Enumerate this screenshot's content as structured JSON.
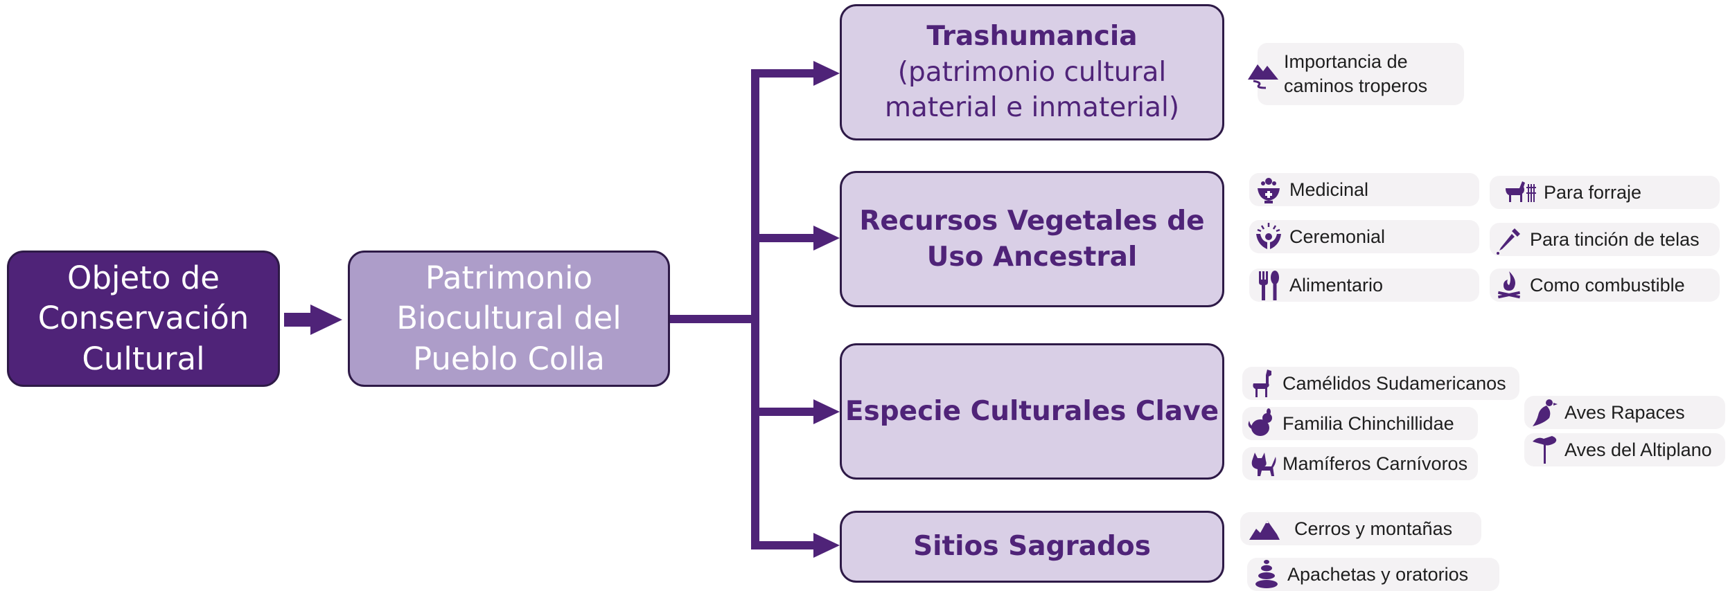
{
  "diagram": {
    "root": {
      "text": "Objeto de Conservación Cultural"
    },
    "middle": {
      "text": "Patrimonio Biocultural del Pueblo Colla"
    },
    "branches": [
      {
        "title_bold": "Trashumancia",
        "title_rest": " (patrimonio cultural material e inmaterial)",
        "items": [
          {
            "label": "Importancia de caminos troperos",
            "icon": "mountain-path-icon"
          }
        ]
      },
      {
        "title_bold": "Recursos Vegetales de Uso Ancestral",
        "title_rest": "",
        "items": [
          {
            "label": "Medicinal",
            "icon": "mortar-icon"
          },
          {
            "label": "Ceremonial",
            "icon": "offering-hands-icon"
          },
          {
            "label": "Alimentario",
            "icon": "fork-spoon-icon"
          },
          {
            "label": "Para forraje",
            "icon": "goat-hay-icon"
          },
          {
            "label": "Para tinción de telas",
            "icon": "dropper-icon"
          },
          {
            "label": "Como combustible",
            "icon": "campfire-icon"
          }
        ]
      },
      {
        "title_bold": "Especie Culturales Clave",
        "title_rest": "",
        "items": [
          {
            "label": "Camélidos Sudamericanos",
            "icon": "llama-icon"
          },
          {
            "label": "Familia Chinchillidae",
            "icon": "chinchilla-icon"
          },
          {
            "label": "Mamíferos Carnívoros",
            "icon": "fox-icon"
          },
          {
            "label": "Aves Rapaces",
            "icon": "condor-icon"
          },
          {
            "label": "Aves del Altiplano",
            "icon": "flamingo-icon"
          }
        ]
      },
      {
        "title_bold": "Sitios Sagrados",
        "title_rest": "",
        "items": [
          {
            "label": "Cerros y montañas",
            "icon": "mountains-icon"
          },
          {
            "label": "Apachetas y oratorios",
            "icon": "stone-cairn-icon"
          }
        ]
      }
    ]
  },
  "colors": {
    "dark_purple": "#4f2378",
    "mid_purple": "#ad9dc9",
    "light_purple": "#d9cfe6",
    "chip_bg": "#f4f2f4"
  }
}
